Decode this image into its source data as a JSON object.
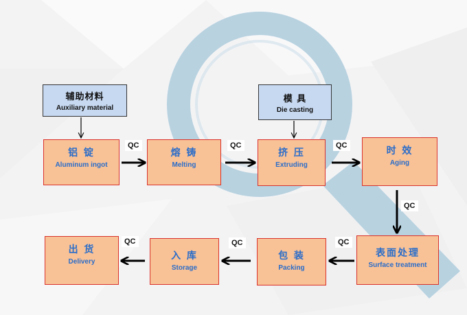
{
  "diagram": {
    "title": "Aluminum profile production process flow",
    "inputs": [
      {
        "id": "auxiliary",
        "zh": "辅助材料",
        "en": "Auxiliary material"
      },
      {
        "id": "die",
        "zh": "模 具",
        "en": "Die casting"
      }
    ],
    "steps": [
      {
        "id": "ingot",
        "zh": "铝 锭",
        "en": "Aluminum ingot"
      },
      {
        "id": "melting",
        "zh": "熔 铸",
        "en": "Melting"
      },
      {
        "id": "extruding",
        "zh": "挤 压",
        "en": "Extruding"
      },
      {
        "id": "aging",
        "zh": "时 效",
        "en": "Aging"
      },
      {
        "id": "surface",
        "zh": "表面处理",
        "en": "Surface treatment"
      },
      {
        "id": "packing",
        "zh": "包 装",
        "en": "Packing"
      },
      {
        "id": "storage",
        "zh": "入 库",
        "en": "Storage"
      },
      {
        "id": "delivery",
        "zh": "出 货",
        "en": "Delivery"
      }
    ],
    "edges": [
      {
        "from": "auxiliary",
        "to": "ingot",
        "label": ""
      },
      {
        "from": "die",
        "to": "extruding",
        "label": ""
      },
      {
        "from": "ingot",
        "to": "melting",
        "label": "QC"
      },
      {
        "from": "melting",
        "to": "extruding",
        "label": "QC"
      },
      {
        "from": "extruding",
        "to": "aging",
        "label": "QC"
      },
      {
        "from": "aging",
        "to": "surface",
        "label": "QC"
      },
      {
        "from": "surface",
        "to": "packing",
        "label": "QC"
      },
      {
        "from": "packing",
        "to": "storage",
        "label": "QC"
      },
      {
        "from": "storage",
        "to": "delivery",
        "label": "QC"
      }
    ],
    "colors": {
      "process_fill": "#f8c196",
      "process_border": "#d9312b",
      "process_text": "#2a6dc9",
      "input_fill": "#c7d9f1",
      "input_border": "#333333",
      "magnifier": "#b8d2e0"
    }
  }
}
